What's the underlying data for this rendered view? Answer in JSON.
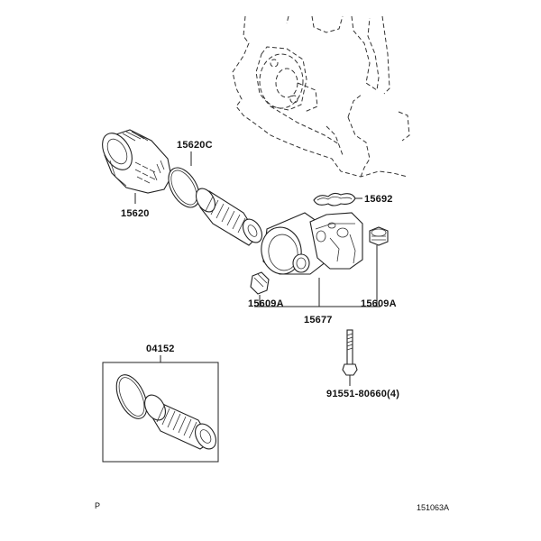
{
  "labels": {
    "p15620C": "15620C",
    "p15620": "15620",
    "p15692": "15692",
    "p15609A_left": "15609A",
    "p15609A_right": "15609A",
    "p15677": "15677",
    "p04152": "04152",
    "bolt": "91551-80660(4)"
  },
  "footer": {
    "left": "P",
    "right": "151063A"
  }
}
